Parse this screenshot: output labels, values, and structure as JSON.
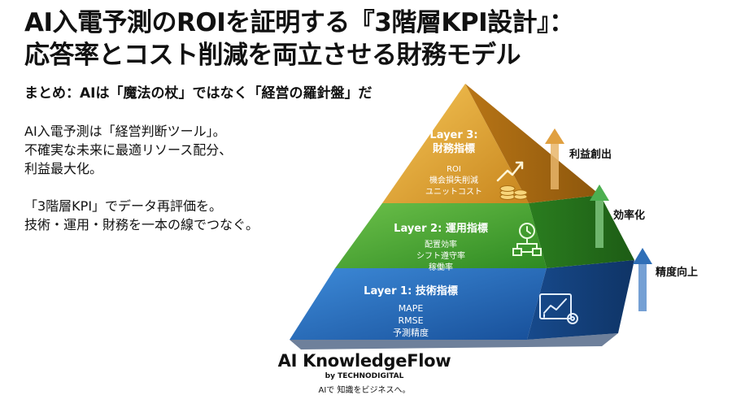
{
  "title": {
    "line1": "AI入電予測のROIを証明する『3階層KPI設計』：",
    "line2": "応答率とコスト削減を両立させる財務モデル"
  },
  "summary": "まとめ：AIは「魔法の杖」ではなく「経営の羅針盤」だ",
  "body": {
    "p1": [
      "AI入電予測は「経営判断ツール」。",
      "不確実な未来に最適リソース配分、",
      "利益最大化。"
    ],
    "p2": [
      "「3階層KPI」でデータ再評価を。",
      "技術・運用・財務を一本の線でつなぐ。"
    ]
  },
  "layers": [
    {
      "title_lines": [
        "Layer 3:",
        "財務指標"
      ],
      "items": [
        "ROI",
        "機会損失削減",
        "ユニットコスト"
      ],
      "color": "#d99a2b",
      "icon": "growth-coins-icon"
    },
    {
      "title_lines": [
        "Layer 2: 運用指標"
      ],
      "items": [
        "配置効率",
        "シフト遵守率",
        "稼働率"
      ],
      "color": "#3f9b2e",
      "icon": "clock-workflow-icon"
    },
    {
      "title_lines": [
        "Layer 1: 技術指標"
      ],
      "items": [
        "MAPE",
        "RMSE",
        "予測精度"
      ],
      "color": "#1f5fae",
      "icon": "analytics-gear-icon"
    }
  ],
  "arrows": [
    {
      "label": "利益創出",
      "color": "#e0a040"
    },
    {
      "label": "効率化",
      "color": "#4caf50"
    },
    {
      "label": "精度向上",
      "color": "#2f6fb7"
    }
  ],
  "brand": {
    "name": "AI KnowledgeFlow",
    "by": "by TECHNODIGITAL",
    "tagline": "AIで 知識をビジネスへ。"
  }
}
